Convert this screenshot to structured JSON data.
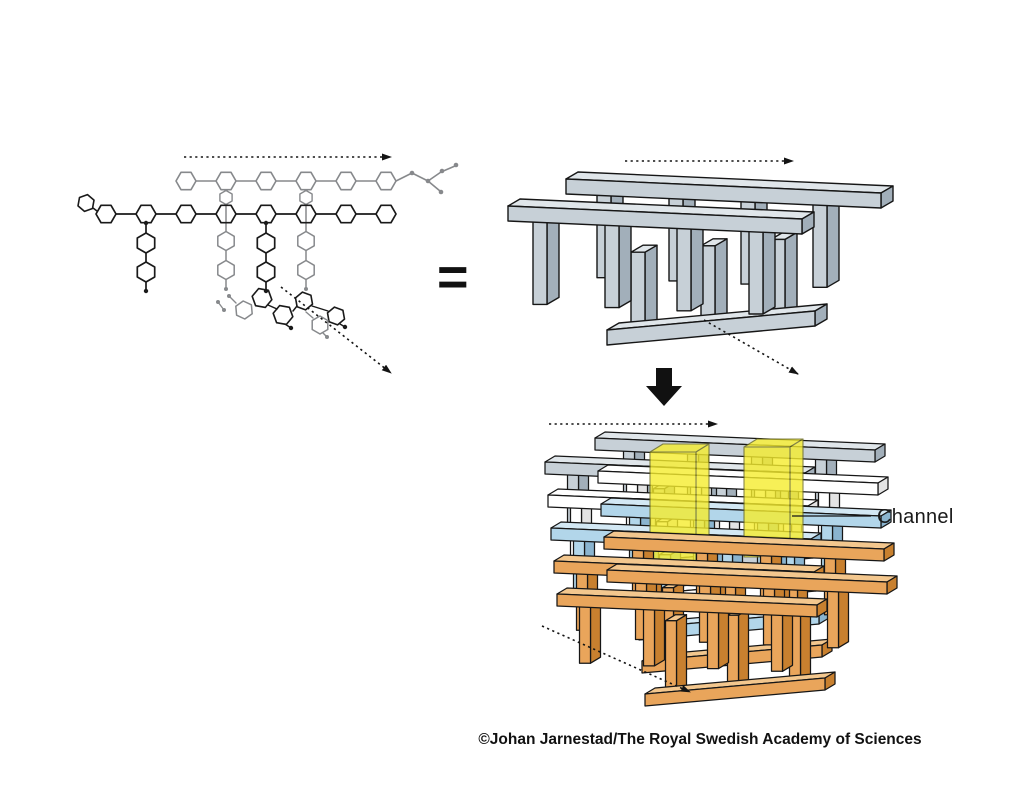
{
  "figure": {
    "equals": "=",
    "channel_label": "Channel",
    "credit": "©Johan Jarnestad/The Royal Swedish Academy of Sciences"
  },
  "icons": {
    "direction_arrow": "dotted-arrow-right",
    "stacking_arrow": "dotted-arrow-diagonal",
    "transform_arrow": "solid-down-arrow"
  },
  "colors": {
    "outline": "#161616",
    "molecule_black": "#1a1a1a",
    "molecule_gray": "#87898c",
    "gray": {
      "front": "#c7d0d7",
      "top": "#e0e6ea",
      "side": "#a2afba"
    },
    "white": {
      "front": "#ffffff",
      "top": "#ffffff",
      "side": "#e3e3e3"
    },
    "blue": {
      "front": "#b2d6ea",
      "top": "#d3e8f4",
      "side": "#8ab4cf"
    },
    "orange": {
      "front": "#e9a55b",
      "top": "#f3c78e",
      "side": "#c8802f"
    },
    "yellow": "#f6ed2e"
  }
}
